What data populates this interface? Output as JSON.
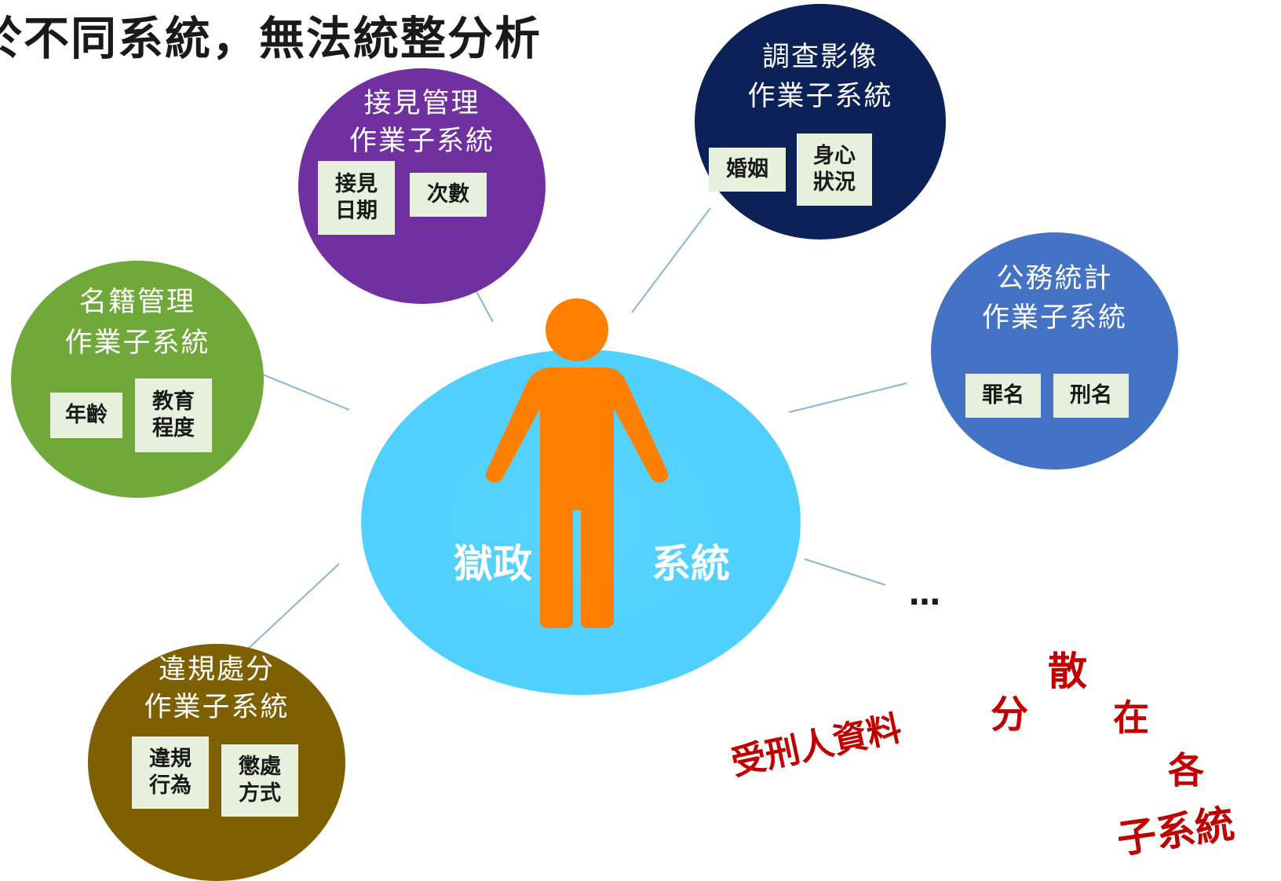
{
  "headline": "於不同系統，無法統整分析",
  "center": {
    "label_left": "獄政",
    "label_right": "系統"
  },
  "subsystems": [
    {
      "id": "jiejian",
      "title_line1": "接見管理",
      "title_line2": "作業子系統",
      "color": "#7030a0",
      "fields": [
        {
          "line1": "接見",
          "line2": "日期"
        },
        {
          "line1": "次數",
          "line2": ""
        }
      ]
    },
    {
      "id": "diaocha",
      "title_line1": "調查影像",
      "title_line2": "作業子系統",
      "color": "#0b2158",
      "fields": [
        {
          "line1": "婚姻",
          "line2": ""
        },
        {
          "line1": "身心",
          "line2": "狀況"
        }
      ]
    },
    {
      "id": "mingji",
      "title_line1": "名籍管理",
      "title_line2": "作業子系統",
      "color": "#70a83a",
      "fields": [
        {
          "line1": "年齡",
          "line2": ""
        },
        {
          "line1": "教育",
          "line2": "程度"
        }
      ]
    },
    {
      "id": "gongwu",
      "title_line1": "公務統計",
      "title_line2": "作業子系統",
      "color": "#4472c4",
      "fields": [
        {
          "line1": "罪名",
          "line2": ""
        },
        {
          "line1": "刑名",
          "line2": ""
        }
      ]
    },
    {
      "id": "weigui",
      "title_line1": "違規處分",
      "title_line2": "作業子系統",
      "color": "#7f6000",
      "fields": [
        {
          "line1": "違規",
          "line2": "行為"
        },
        {
          "line1": "懲處",
          "line2": "方式"
        }
      ]
    }
  ],
  "more": "…",
  "scattered_phrase": [
    "受刑人資料",
    "分",
    "散",
    "在",
    "各",
    "子系統"
  ],
  "colors": {
    "hub": "#4ecfff",
    "figure": "#ff7f00",
    "connector": "#8ab4d8",
    "phrase": "#c00000",
    "tag_bg": "#e6f0dd"
  }
}
